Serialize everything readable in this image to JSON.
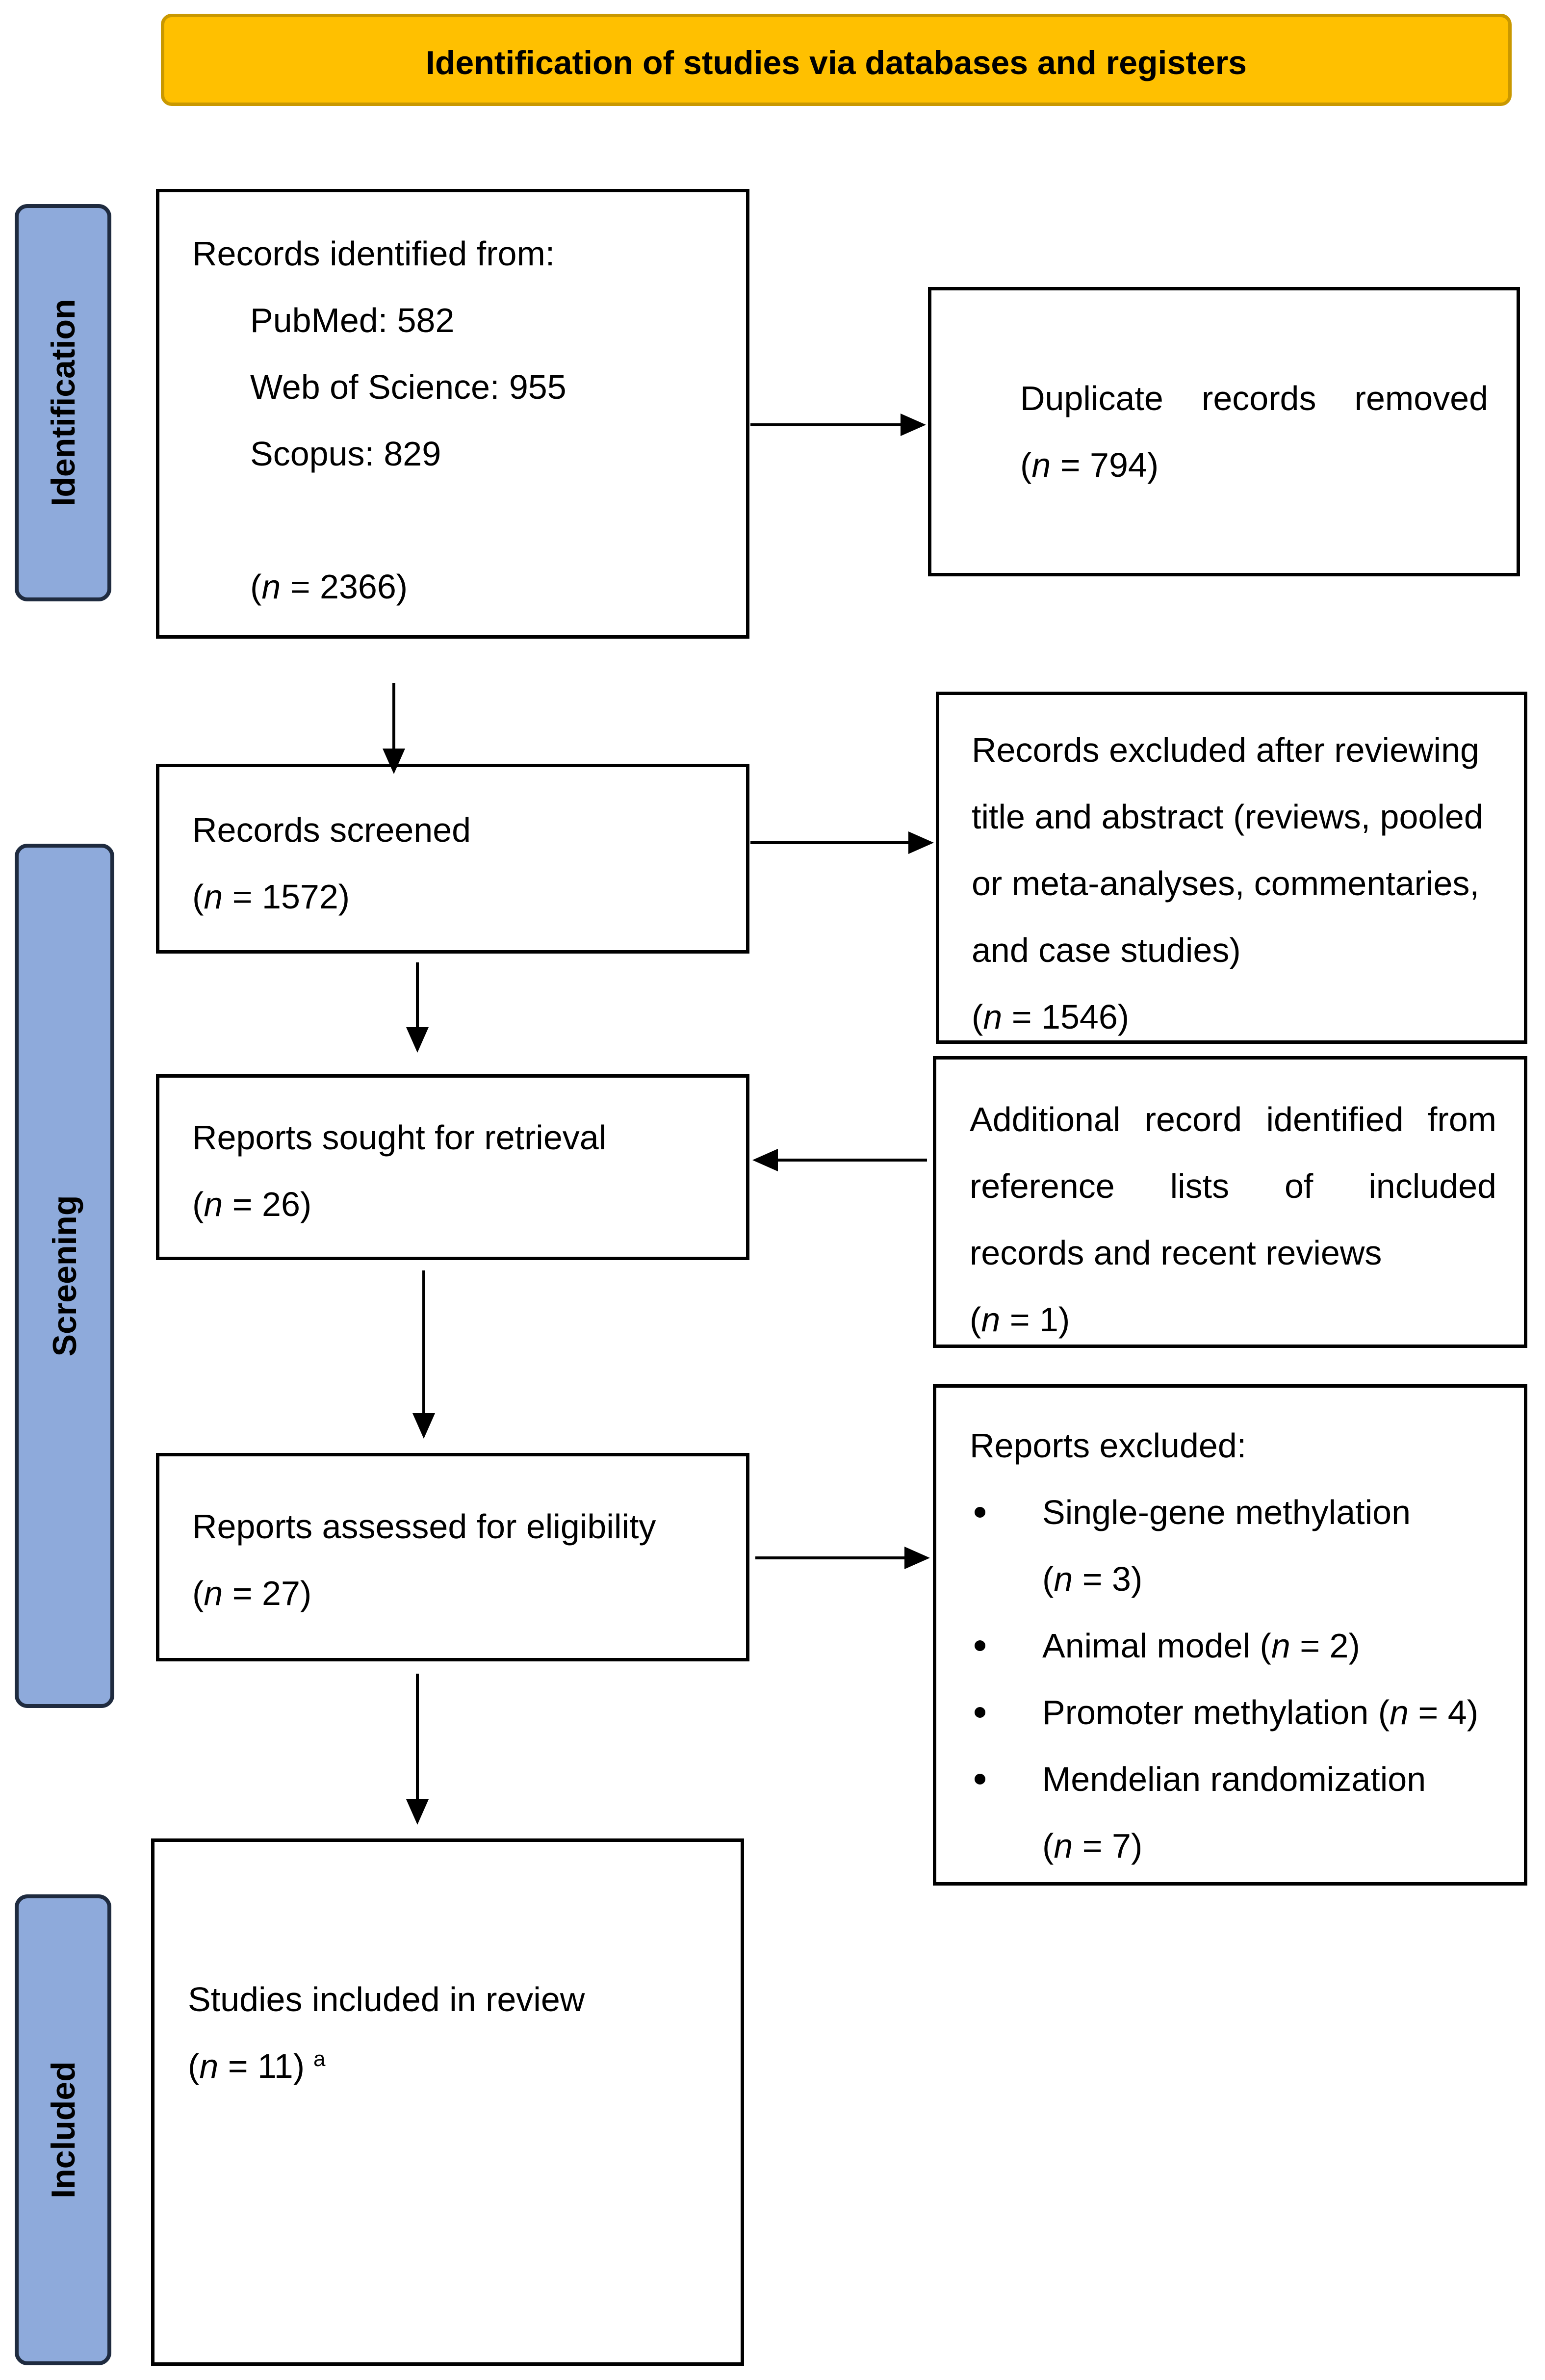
{
  "header": {
    "title": "Identification of studies via databases and registers"
  },
  "phases": {
    "identification": "Identification",
    "screening": "Screening",
    "included": "Included"
  },
  "boxes": {
    "records_identified": {
      "title": "Records identified from:",
      "sources": [
        "PubMed: 582",
        "Web of Science: 955",
        "Scopus: 829"
      ],
      "count_prefix": "(",
      "n": "n",
      "count_suffix": " = 2366)"
    },
    "duplicates_removed": {
      "words": [
        "Duplicate",
        "records",
        "removed"
      ],
      "count_prefix": "(",
      "n": "n",
      "count_suffix": " = 794)"
    },
    "records_screened": {
      "title": "Records screened",
      "count_prefix": "(",
      "n": "n",
      "count_suffix": " = 1572)"
    },
    "records_excluded": {
      "lines": [
        "Records excluded after reviewing",
        "title and abstract (reviews, pooled",
        "or meta-analyses, commentaries,",
        "and case studies)"
      ],
      "count_prefix": "(",
      "n": "n",
      "count_suffix": " = 1546)"
    },
    "reports_sought": {
      "title": "Reports sought for retrieval",
      "count_prefix": "(",
      "n": "n",
      "count_suffix": " = 26)"
    },
    "additional_records": {
      "line1_words": [
        "Additional",
        "record",
        "identified",
        "from"
      ],
      "line2_words": [
        "reference",
        "lists",
        "of",
        "included"
      ],
      "line3": "records and recent reviews",
      "count_prefix": "(",
      "n": "n",
      "count_suffix": " = 1)"
    },
    "reports_assessed": {
      "title": "Reports assessed for eligibility",
      "count_prefix": "(",
      "n": "n",
      "count_suffix": " = 27)"
    },
    "reports_excluded": {
      "title": "Reports excluded:",
      "items": [
        {
          "label": "Single-gene methylation",
          "count_prefix": "(",
          "n": "n",
          "count_suffix": " = 3)"
        },
        {
          "label": "Animal model (",
          "n": "n",
          "count_suffix": " = 2)"
        },
        {
          "label": "Promoter methylation (",
          "n": "n",
          "count_suffix": " = 4)"
        },
        {
          "label": "Mendelian randomization",
          "count_prefix": "(",
          "n": "n",
          "count_suffix": " = 7)"
        }
      ]
    },
    "studies_included": {
      "title": "Studies included in review",
      "count_prefix": "(",
      "n": "n",
      "count_suffix": " = 11)",
      "footnote": "a"
    }
  }
}
